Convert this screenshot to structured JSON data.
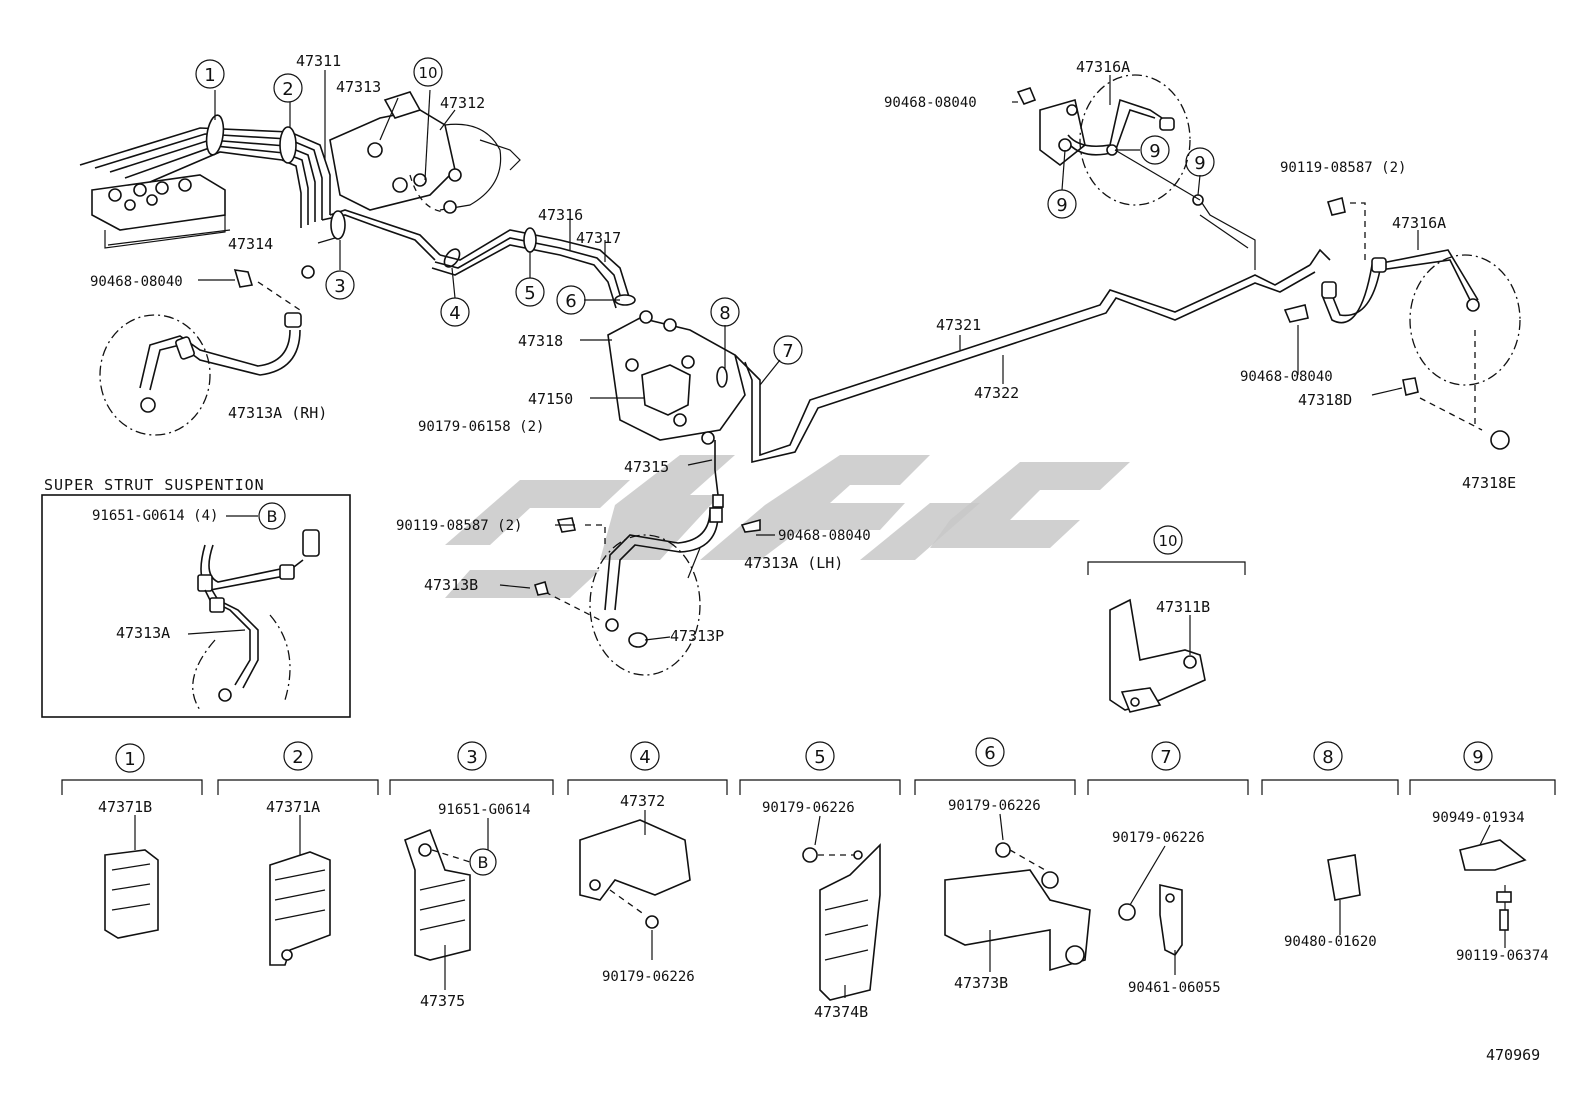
{
  "diagram": {
    "drawing_number": "470969",
    "inset_title": "SUPER STRUT SUSPENTION",
    "callout_numbers": [
      "1",
      "2",
      "3",
      "4",
      "5",
      "6",
      "7",
      "8",
      "9",
      "10"
    ],
    "letter_callout": "B",
    "main_labels": {
      "p47311": "47311",
      "p47313": "47313",
      "p47312": "47312",
      "p47314": "47314",
      "p90468_rh": "90468-08040",
      "p47313A_rh": "47313A (RH)",
      "p47316": "47316",
      "p47317": "47317",
      "p47318": "47318",
      "p47150": "47150",
      "p90179_06158": "90179-06158 (2)",
      "p47315": "47315",
      "p90119_lh": "90119-08587 (2)",
      "p90468_lh": "90468-08040",
      "p47313A_lh": "47313A (LH)",
      "p47313B": "47313B",
      "p47313P": "47313P",
      "p47321": "47321",
      "p47322": "47322",
      "p90468_top": "90468-08040",
      "p47316A_top": "47316A",
      "p90119_rr": "90119-08587 (2)",
      "p47316A_rr": "47316A",
      "p90468_rr": "90468-08040",
      "p47318D": "47318D",
      "p47318E": "47318E",
      "p47311B": "47311B",
      "inset_91651": "91651-G0614 (4)",
      "inset_47313A": "47313A"
    },
    "detail_labels": {
      "d1": "47371B",
      "d2": "47371A",
      "d3_top": "91651-G0614",
      "d3_bottom": "47375",
      "d4_top": "47372",
      "d4_bottom": "90179-06226",
      "d5_top": "90179-06226",
      "d5_bottom": "47374B",
      "d6_top": "90179-06226",
      "d6_bottom": "47373B",
      "d7_top": "90179-06226",
      "d7_bottom": "90461-06055",
      "d8_bottom": "90480-01620",
      "d9_top": "90949-01934",
      "d9_bottom": "90119-06374"
    }
  }
}
